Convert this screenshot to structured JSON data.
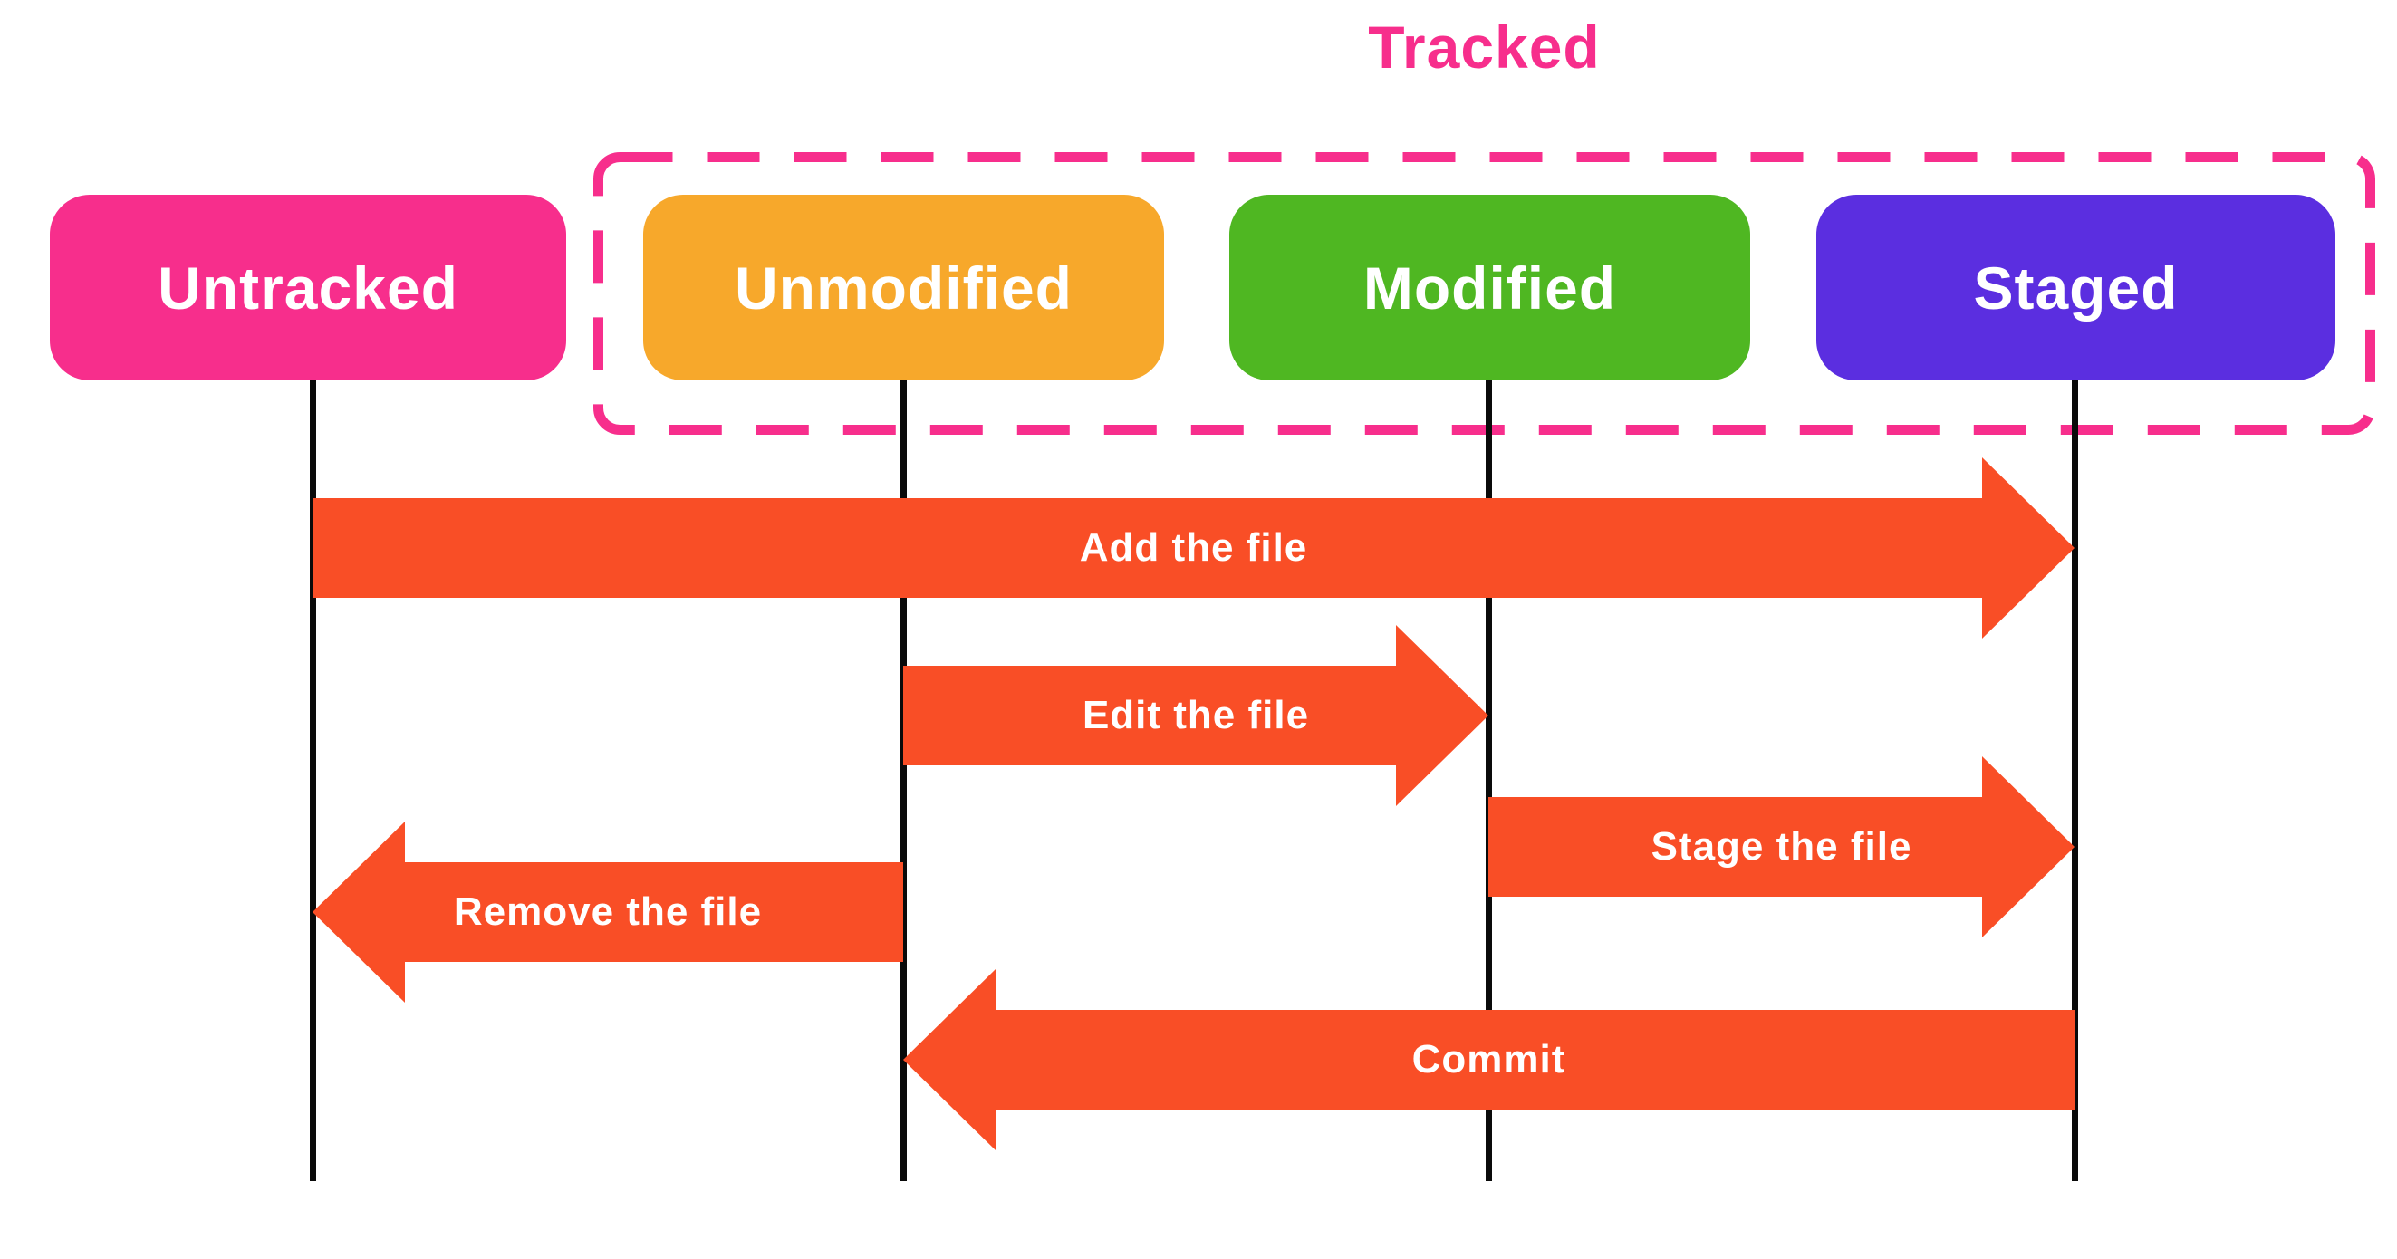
{
  "diagram": {
    "title": "Tracked"
  },
  "states": [
    {
      "id": "untracked",
      "label": "Untracked",
      "color": "#F72E8C",
      "tracked": false
    },
    {
      "id": "unmodified",
      "label": "Unmodified",
      "color": "#F7A82B",
      "tracked": true
    },
    {
      "id": "modified",
      "label": "Modified",
      "color": "#4FB722",
      "tracked": true
    },
    {
      "id": "staged",
      "label": "Staged",
      "color": "#5B2EE0",
      "tracked": true
    }
  ],
  "transitions": [
    {
      "id": "add",
      "label": "Add the file",
      "from": "Untracked",
      "to": "Staged",
      "direction": "right"
    },
    {
      "id": "edit",
      "label": "Edit the file",
      "from": "Unmodified",
      "to": "Modified",
      "direction": "right"
    },
    {
      "id": "stage",
      "label": "Stage the file",
      "from": "Modified",
      "to": "Staged",
      "direction": "right"
    },
    {
      "id": "remove",
      "label": "Remove the file",
      "from": "Unmodified",
      "to": "Untracked",
      "direction": "left"
    },
    {
      "id": "commit",
      "label": "Commit",
      "from": "Staged",
      "to": "Unmodified",
      "direction": "left"
    }
  ],
  "colors": {
    "pink": "#F72E8C",
    "orange": "#F7A82B",
    "green": "#4FB722",
    "purple": "#5B2EE0",
    "arrow": "#F94E26",
    "line": "#0a0a0a",
    "text_on_fill": "#ffffff",
    "background": "#ffffff"
  }
}
